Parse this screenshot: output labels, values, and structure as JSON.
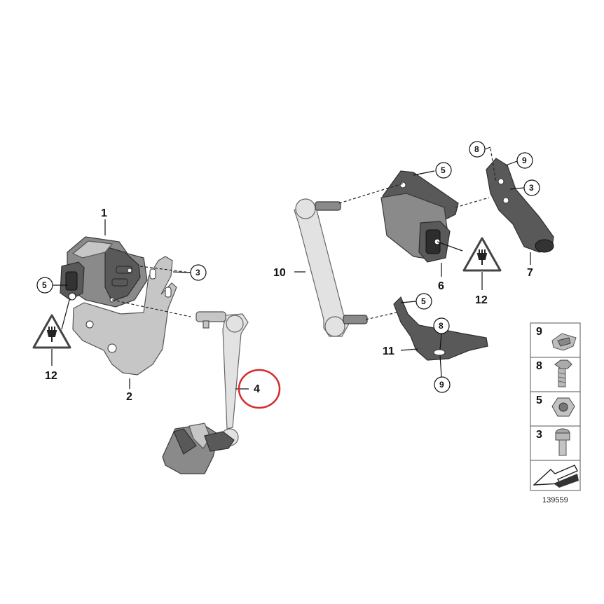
{
  "labels": {
    "p1": "1",
    "p2": "2",
    "p3_left": "3",
    "p4": "4",
    "p5_left": "5",
    "p12_left": "12",
    "p10": "10",
    "p5_upper": "5",
    "p6": "6",
    "p7": "7",
    "p8_upper": "8",
    "p9_upper": "9",
    "p3_right": "3",
    "p12_right": "12",
    "p5_lower": "5",
    "p8_lower": "8",
    "p9_lower": "9",
    "p11": "11"
  },
  "legend": {
    "items": [
      {
        "label": "9",
        "icon": "clip-nut-icon"
      },
      {
        "label": "8",
        "icon": "hex-bolt-icon"
      },
      {
        "label": "5",
        "icon": "hex-nut-icon"
      },
      {
        "label": "3",
        "icon": "socket-screw-icon"
      }
    ],
    "footer_icon": "arrow-icon"
  },
  "catalog_number": "139559",
  "highlight": {
    "target": "4",
    "color": "#d62b2b"
  },
  "icons": [
    "electrical-connector-warning-icon",
    "clip-nut-icon",
    "hex-bolt-icon",
    "hex-nut-icon",
    "socket-screw-icon",
    "arrow-icon"
  ]
}
